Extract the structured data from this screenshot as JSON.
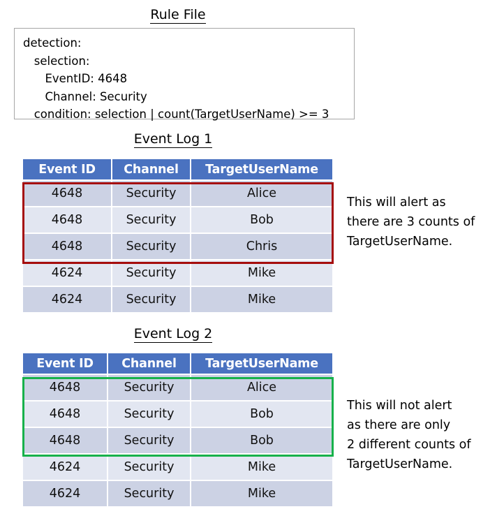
{
  "rule_section": {
    "title": "Rule File",
    "content": "detection:\n   selection:\n      EventID: 4648\n      Channel: Security\n   condition: selection | count(TargetUserName) >= 3"
  },
  "logs": [
    {
      "title": "Event Log 1",
      "columns": [
        "Event ID",
        "Channel",
        "TargetUserName"
      ],
      "rows": [
        [
          "4648",
          "Security",
          "Alice"
        ],
        [
          "4648",
          "Security",
          "Bob"
        ],
        [
          "4648",
          "Security",
          "Chris"
        ],
        [
          "4624",
          "Security",
          "Mike"
        ],
        [
          "4624",
          "Security",
          "Mike"
        ]
      ],
      "highlight": {
        "color": "#a50d0d",
        "rows": [
          0,
          1,
          2
        ]
      },
      "note": "This will alert as\nthere are 3 counts of\nTargetUserName."
    },
    {
      "title": "Event Log 2",
      "columns": [
        "Event ID",
        "Channel",
        "TargetUserName"
      ],
      "rows": [
        [
          "4648",
          "Security",
          "Alice"
        ],
        [
          "4648",
          "Security",
          "Bob"
        ],
        [
          "4648",
          "Security",
          "Bob"
        ],
        [
          "4624",
          "Security",
          "Mike"
        ],
        [
          "4624",
          "Security",
          "Mike"
        ]
      ],
      "highlight": {
        "color": "#17b14b",
        "rows": [
          0,
          1,
          2
        ]
      },
      "note": "This will not alert\nas there are only\n2 different counts of\nTargetUserName."
    }
  ],
  "colors": {
    "header_blue": "#4a72c0",
    "row_odd": "#ccd2e4",
    "row_even": "#e2e6f1",
    "alert_red": "#a50d0d",
    "alert_green": "#17b14b",
    "rule_box_border": "#a6a6a6"
  }
}
